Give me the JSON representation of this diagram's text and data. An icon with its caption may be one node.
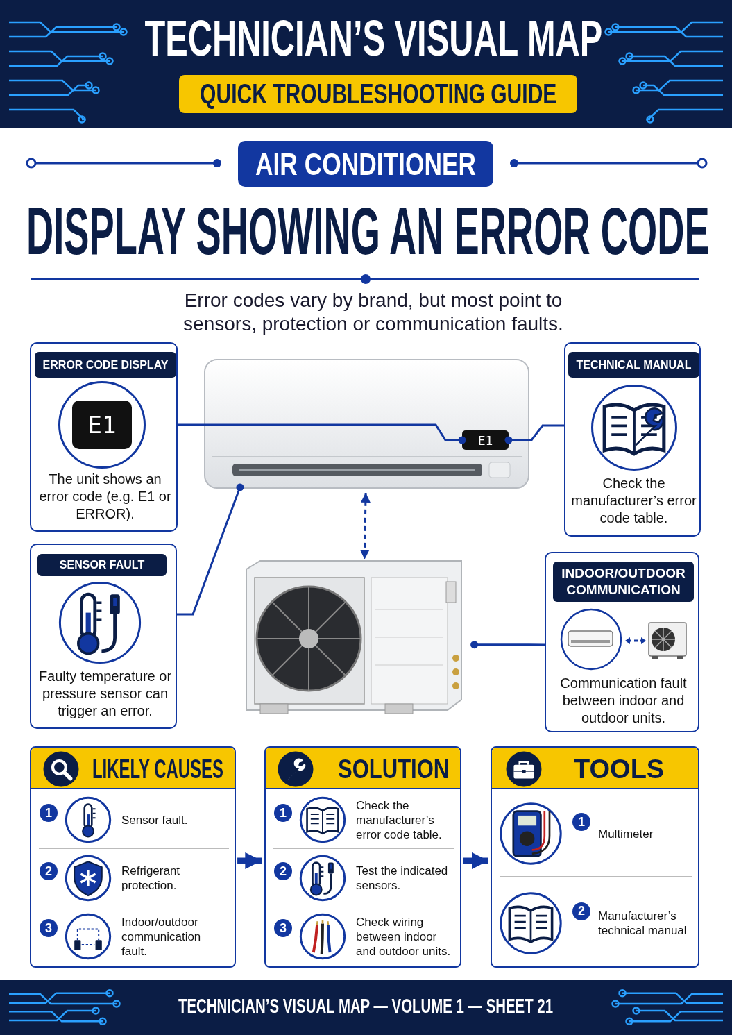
{
  "diagram": {
    "title": "DISPLAY SHOWING AN ERROR CODE",
    "caption": "TECHNICIAN’S VISUAL MAP — VOLUME 1 — SHEET 21",
    "nodes": [
      {
        "text": [
          "QUICK TROUBLESHOOTING GUIDE"
        ]
      },
      {
        "text": [
          "AIR CONDITIONER"
        ]
      },
      {
        "text": [
          "ERROR CODE DISPLAY",
          "The unit shows an error code (e.g. E1 or ERROR)."
        ]
      },
      {
        "text": [
          "E1"
        ],
        "in": 2
      },
      {
        "text": [
          "TECHNICAL MANUAL",
          "Check the manufacturer’s error code table."
        ]
      },
      {
        "text": [
          "SENSOR FAULT",
          "Faulty temperature or pressure sensor can trigger an error."
        ]
      },
      {
        "text": [
          "INDOOR/OUTDOOR COMMUNICATION",
          "Communication fault between indoor and outdoor units."
        ]
      },
      {
        "text": [],
        "shape": "picture"
      },
      {
        "text": [
          "E1"
        ],
        "in": 7
      },
      {
        "text": [],
        "shape": "picture"
      },
      {
        "text": [
          "LIKELY CAUSES"
        ]
      },
      {
        "text": [
          "1",
          "Sensor fault."
        ],
        "in": 10
      },
      {
        "text": [
          "2",
          "Refrigerant protection."
        ],
        "in": 10
      },
      {
        "text": [
          "3",
          "Indoor/outdoor communication fault."
        ],
        "in": 10
      },
      {
        "text": [
          "SOLUTION"
        ]
      },
      {
        "text": [
          "1",
          "Check the manufacturer’s error code table."
        ],
        "in": 14
      },
      {
        "text": [
          "2",
          "Test the indicated sensors."
        ],
        "in": 14
      },
      {
        "text": [
          "3",
          "Check wiring between indoor and outdoor units."
        ],
        "in": 14
      },
      {
        "text": [
          "TOOLS"
        ]
      },
      {
        "text": [
          "1",
          "Multimeter"
        ],
        "in": 18
      },
      {
        "text": [
          "2",
          "Manufacturer’s technical manual"
        ],
        "in": 18
      }
    ],
    "edges": [
      {
        "from": 2,
        "to": 8,
        "arrow": "other"
      },
      {
        "from": 4,
        "to": 8,
        "arrow": "other"
      },
      {
        "from": 5,
        "to": 7,
        "arrow": "other"
      },
      {
        "from": 6,
        "to": 9,
        "arrow": "other"
      },
      {
        "from": 7,
        "to": 9,
        "arrow": "both",
        "style": "dashed"
      },
      {
        "from": 10,
        "to": 14,
        "arrow": "to",
        "style": "thick"
      },
      {
        "from": 14,
        "to": 18,
        "arrow": "to",
        "style": "thick"
      }
    ],
    "labels": [
      "TECHNICIAN’S VISUAL MAP",
      "Error codes vary by brand, but most point to sensors, protection or communication faults."
    ]
  }
}
